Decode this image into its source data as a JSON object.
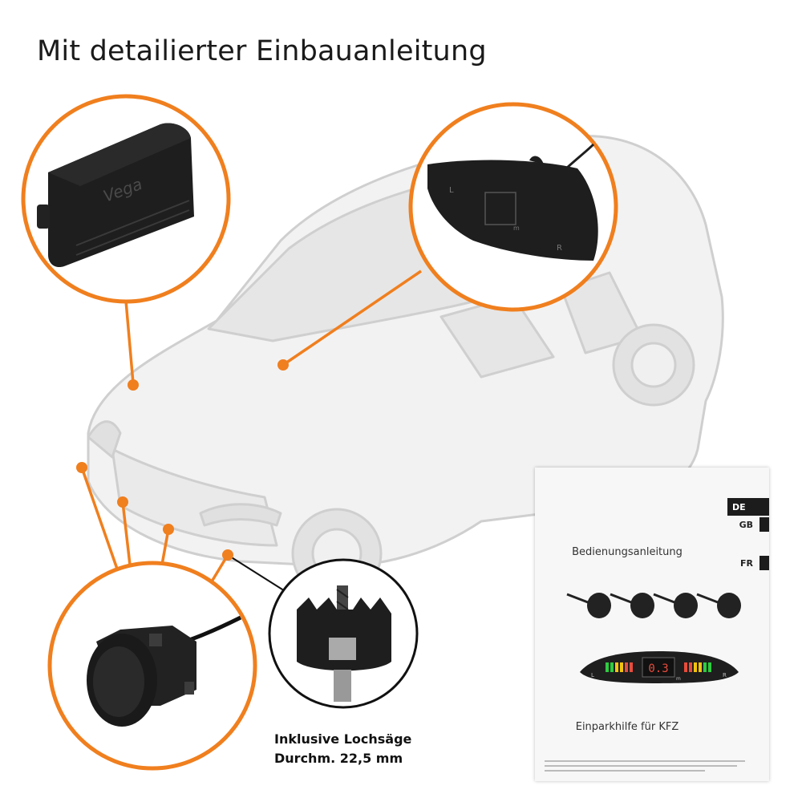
{
  "headline": "Mit detailierter Einbauanleitung",
  "brand_logo": "Vega",
  "display_labels": {
    "left": "L",
    "right": "R",
    "unit": "m"
  },
  "drill_caption": {
    "line1": "Inklusive Lochsäge",
    "line2": "Durchm. 22,5 mm"
  },
  "manual": {
    "languages": [
      "DE",
      "GB",
      "FR"
    ],
    "title": "Bedienungsanleitung",
    "subtitle": "Einparkhilfe für KFZ",
    "display_reading": "0.3",
    "display_labels": {
      "left": "L",
      "right": "R",
      "unit": "m"
    }
  },
  "colors": {
    "accent": "#f07f1e",
    "product": "#1e1e1e",
    "car_line": "#cfcfcf"
  },
  "icons": [
    "control-unit-icon",
    "display-unit-icon",
    "parking-sensor-icon",
    "hole-saw-icon"
  ]
}
